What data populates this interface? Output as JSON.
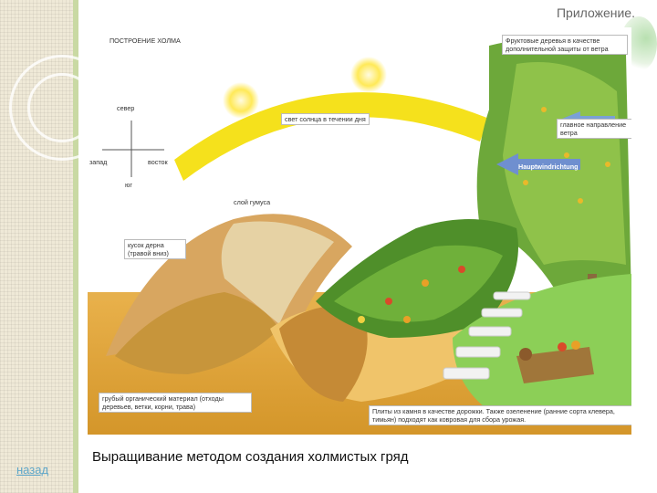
{
  "header": {
    "title": "Приложение."
  },
  "nav": {
    "back_label": "назад"
  },
  "caption": "Выращивание методом создания холмистых гряд",
  "figure": {
    "title": "ПОСТРОЕНИЕ ХОЛМА",
    "compass": {
      "north": "север",
      "south": "юг",
      "east": "восток",
      "west": "запад"
    },
    "sun_path": "свет солнца в течении дня",
    "fruit_trees": "Фруктовые деревья в качестве дополнительной защиты от ветра",
    "wind_main": "главное направление ветра",
    "wind_arrow": "Hauptwindrichtung",
    "humus_layer": "слой гумуса",
    "turf": "кусок дерна (травой вниз)",
    "coarse_material": "грубый органический материал (отходы деревьев, ветки, корни, трава)",
    "path_plates": "Плиты из камня в качестве дорожки. Также озеленение (ранние сорта клевера, тимьян) подходят как ковровая для сбора урожая."
  }
}
